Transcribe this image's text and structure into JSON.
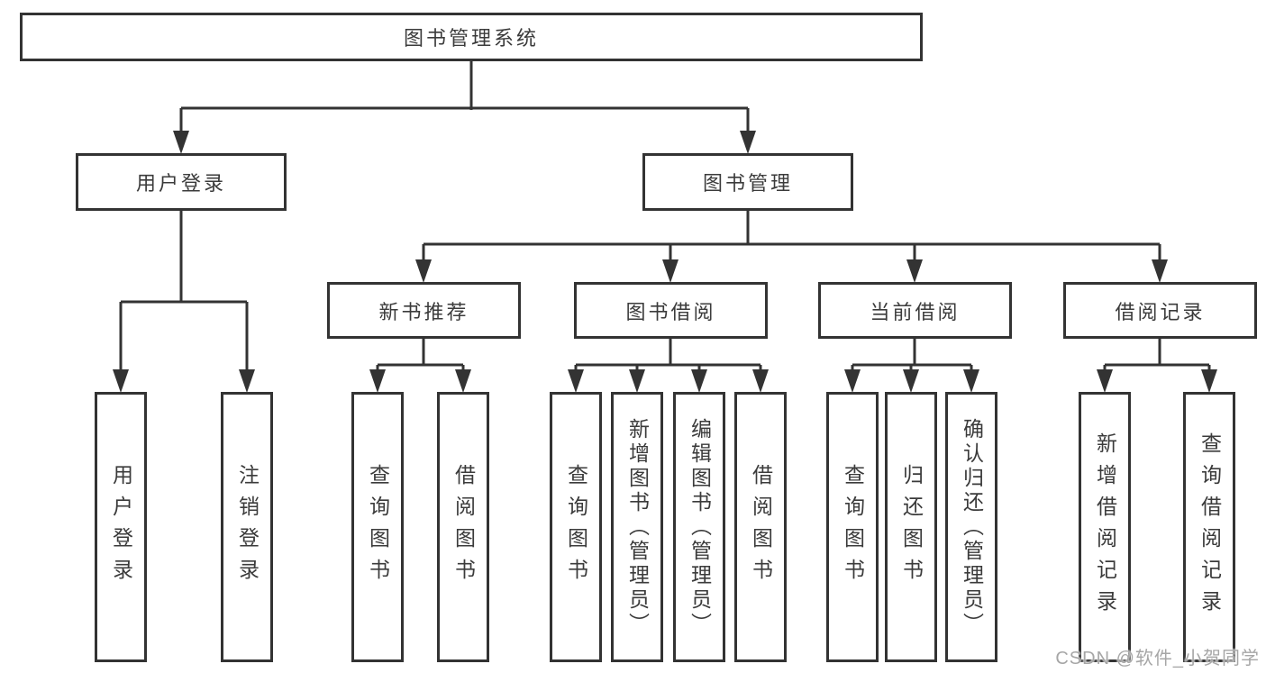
{
  "tree": {
    "root": {
      "label": "图书管理系统"
    },
    "branches": [
      {
        "label": "用户登录",
        "children": [
          {
            "label": "用户登录"
          },
          {
            "label": "注销登录"
          }
        ]
      },
      {
        "label": "图书管理",
        "sections": [
          {
            "label": "新书推荐",
            "children": [
              {
                "label": "查询图书"
              },
              {
                "label": "借阅图书"
              }
            ]
          },
          {
            "label": "图书借阅",
            "children": [
              {
                "label": "查询图书"
              },
              {
                "label": "新增图书（管理员）"
              },
              {
                "label": "编辑图书（管理员）"
              },
              {
                "label": "借阅图书"
              }
            ]
          },
          {
            "label": "当前借阅",
            "children": [
              {
                "label": "查询图书"
              },
              {
                "label": "归还图书"
              },
              {
                "label": "确认归还（管理员）"
              }
            ]
          },
          {
            "label": "借阅记录",
            "children": [
              {
                "label": "新增借阅记录"
              },
              {
                "label": "查询借阅记录"
              }
            ]
          }
        ]
      }
    ]
  },
  "watermark": {
    "text": "CSDN @软件_小贺同学"
  },
  "colors": {
    "line": "#333333",
    "box_bg": "#ffffff",
    "text": "#3b3b3b",
    "watermark": "#a6a6a6"
  }
}
